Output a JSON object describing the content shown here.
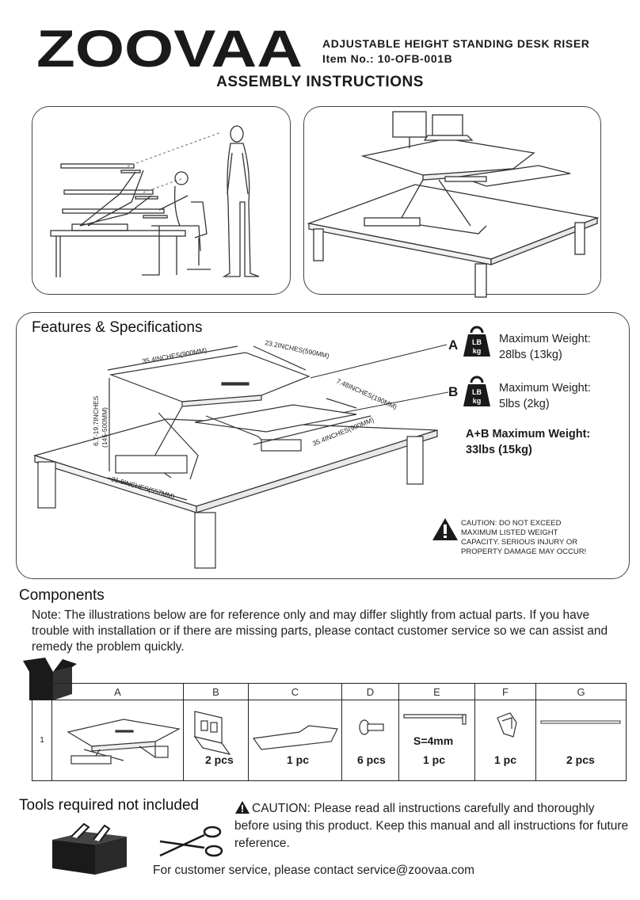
{
  "header": {
    "brand": "ZOOVAA",
    "product": "ADJUSTABLE HEIGHT STANDING DESK RISER",
    "item_no": "Item No.: 10-OFB-001B",
    "title": "ASSEMBLY INSTRUCTIONS"
  },
  "features": {
    "title": "Features & Specifications",
    "dimensions": {
      "width": "35.4INCHES(900MM)",
      "depth": "23.2INCHES(590MM)",
      "keyboard_depth": "7.48INCHES(190MM)",
      "keyboard_width": "35.4INCHES(900MM)",
      "base": "21.9INCHES(557MM)",
      "height_range": "6.7-19.7INCHES",
      "height_range_mm": "(145-500MM)"
    },
    "weight_icon_text": [
      "LB",
      "kg"
    ],
    "platform_a": {
      "letter": "A",
      "label": "Maximum Weight:",
      "value": "28lbs (13kg)"
    },
    "platform_b": {
      "letter": "B",
      "label": "Maximum Weight:",
      "value": "5lbs (2kg)"
    },
    "combined": {
      "label": "A+B Maximum Weight:",
      "value": "33lbs (15kg)"
    },
    "caution": "CAUTION:  DO NOT EXCEED MAXIMUM LISTED WEIGHT CAPACITY. SERIOUS INJURY OR PROPERTY DAMAGE MAY OCCUR!"
  },
  "components": {
    "title": "Components",
    "note": "Note: The illustrations below are for reference only and may differ slightly from actual parts. If you have trouble with installation or if there are missing parts, please contact customer service so we can assist and remedy the problem quickly.",
    "row_number": "1",
    "parts": [
      {
        "letter": "A",
        "qty": ""
      },
      {
        "letter": "B",
        "qty": "2 pcs"
      },
      {
        "letter": "C",
        "qty": "1 pc"
      },
      {
        "letter": "D",
        "qty": "6 pcs"
      },
      {
        "letter": "E",
        "qty": "1 pc",
        "spec": "S=4mm"
      },
      {
        "letter": "F",
        "qty": "1 pc"
      },
      {
        "letter": "G",
        "qty": "2 pcs"
      }
    ]
  },
  "tools": {
    "title": "Tools required not included",
    "caution": "CAUTION: Please read all instructions carefully and thoroughly before using this product. Keep this manual and all instructions for future reference.",
    "service": "For customer service, please contact service@zoovaa.com"
  }
}
